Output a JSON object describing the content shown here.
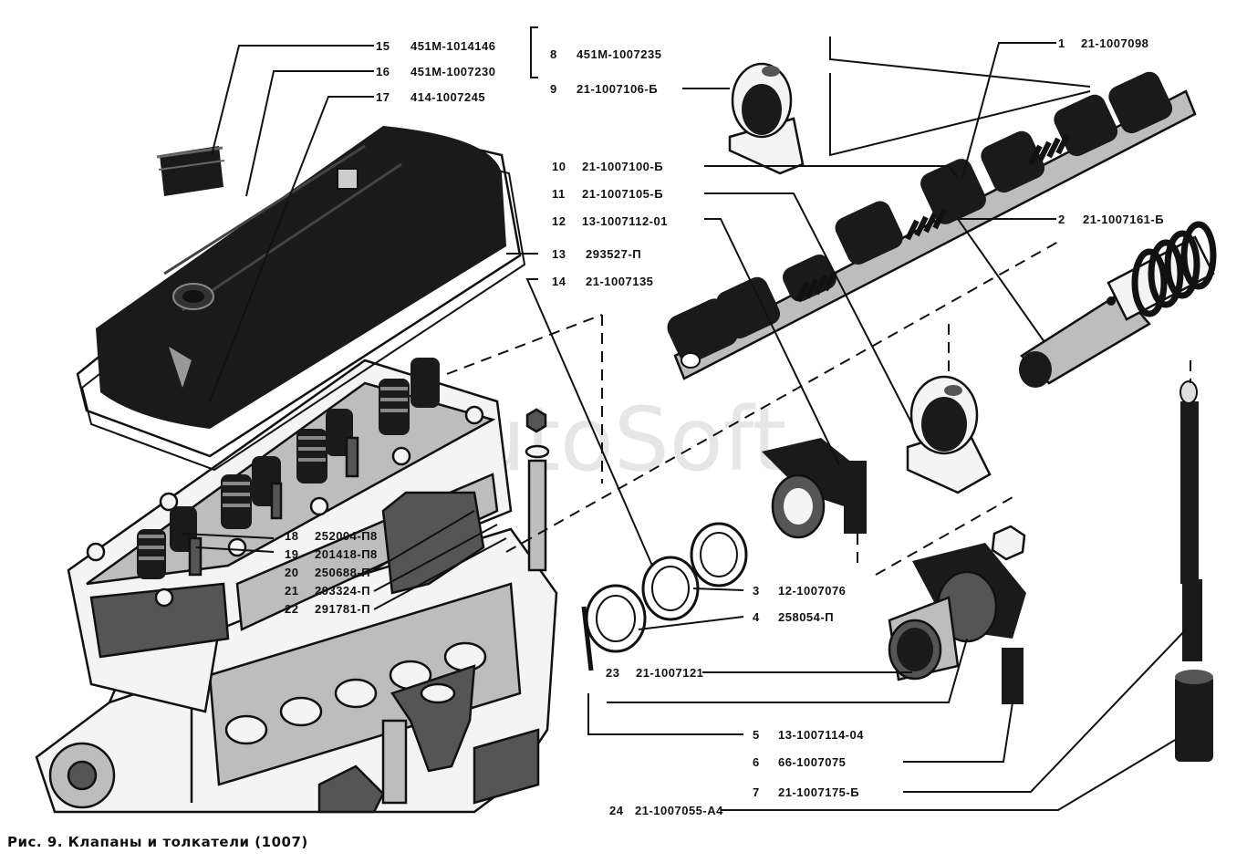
{
  "caption": "Рис. 9. Клапаны и толкатели (1007)",
  "watermark": "AutoSoft",
  "parts": [
    {
      "num": "1",
      "code": "21-1007098"
    },
    {
      "num": "2",
      "code": "21-1007161-Б"
    },
    {
      "num": "3",
      "code": "12-1007076"
    },
    {
      "num": "4",
      "code": "258054-П"
    },
    {
      "num": "5",
      "code": "13-1007114-04"
    },
    {
      "num": "6",
      "code": "66-1007075"
    },
    {
      "num": "7",
      "code": "21-1007175-Б"
    },
    {
      "num": "8",
      "code": "451M-1007235"
    },
    {
      "num": "9",
      "code": "21-1007106-Б"
    },
    {
      "num": "10",
      "code": "21-1007100-Б"
    },
    {
      "num": "11",
      "code": "21-1007105-Б"
    },
    {
      "num": "12",
      "code": "13-1007112-01"
    },
    {
      "num": "13",
      "code": "293527-П"
    },
    {
      "num": "14",
      "code": "21-1007135"
    },
    {
      "num": "15",
      "code": "451M-1014146"
    },
    {
      "num": "16",
      "code": "451M-1007230"
    },
    {
      "num": "17",
      "code": "414-1007245"
    },
    {
      "num": "18",
      "code": "252004-П8"
    },
    {
      "num": "19",
      "code": "201418-П8"
    },
    {
      "num": "20",
      "code": "250688-П"
    },
    {
      "num": "21",
      "code": "293324-П"
    },
    {
      "num": "22",
      "code": "291781-П"
    },
    {
      "num": "23",
      "code": "21-1007121"
    },
    {
      "num": "24",
      "code": "21-1007055-А4"
    }
  ]
}
